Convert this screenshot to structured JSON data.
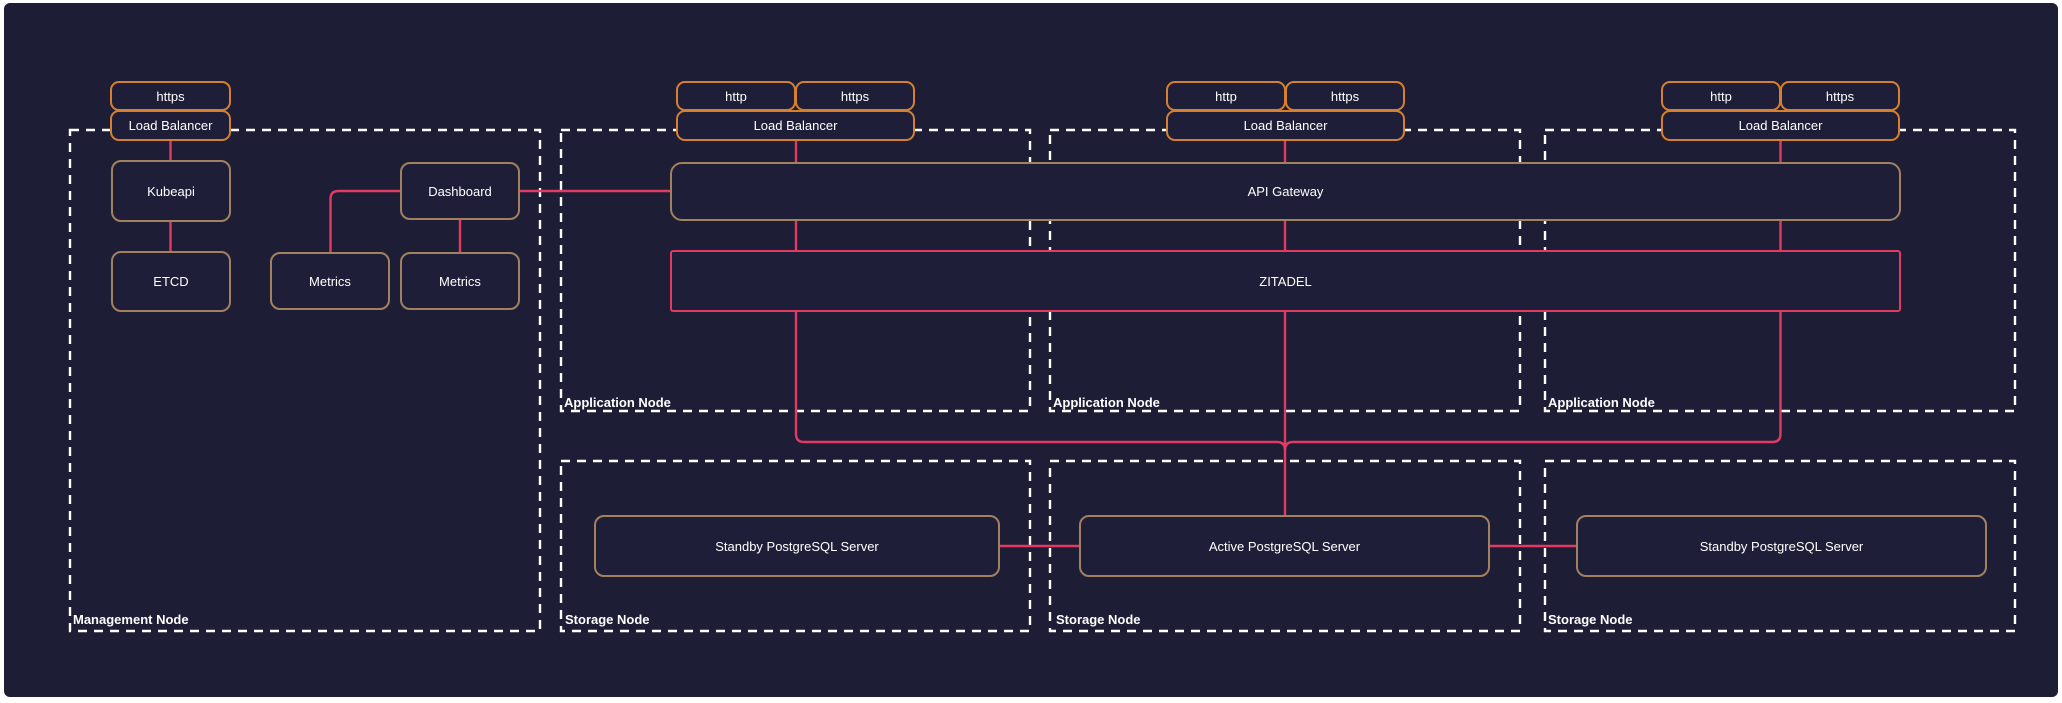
{
  "colors": {
    "bg": "#1d1d36",
    "boxfill": "#1e1e38",
    "pink": "#e13a63",
    "orange": "#d6802e",
    "tan": "#a2825e",
    "dash": "#ffffff",
    "text": "#ffffff"
  },
  "nodes": {
    "management": {
      "label": "Management Node"
    },
    "app1": {
      "label": "Application Node"
    },
    "app2": {
      "label": "Application Node"
    },
    "app3": {
      "label": "Application Node"
    },
    "storage1": {
      "label": "Storage Node"
    },
    "storage2": {
      "label": "Storage Node"
    },
    "storage3": {
      "label": "Storage Node"
    }
  },
  "boxes": {
    "mgmt_https": "https",
    "mgmt_lb": "Load Balancer",
    "kubeapi": "Kubeapi",
    "etcd": "ETCD",
    "metrics1": "Metrics",
    "dashboard": "Dashboard",
    "metrics2": "Metrics",
    "lb1_http": "http",
    "lb1_https": "https",
    "lb1": "Load Balancer",
    "lb2_http": "http",
    "lb2_https": "https",
    "lb2": "Load Balancer",
    "lb3_http": "http",
    "lb3_https": "https",
    "lb3": "Load Balancer",
    "api_gateway": "API Gateway",
    "zitadel": "ZITADEL",
    "standby_pg_1": "Standby PostgreSQL Server",
    "active_pg": "Active PostgreSQL Server",
    "standby_pg_2": "Standby PostgreSQL Server"
  }
}
